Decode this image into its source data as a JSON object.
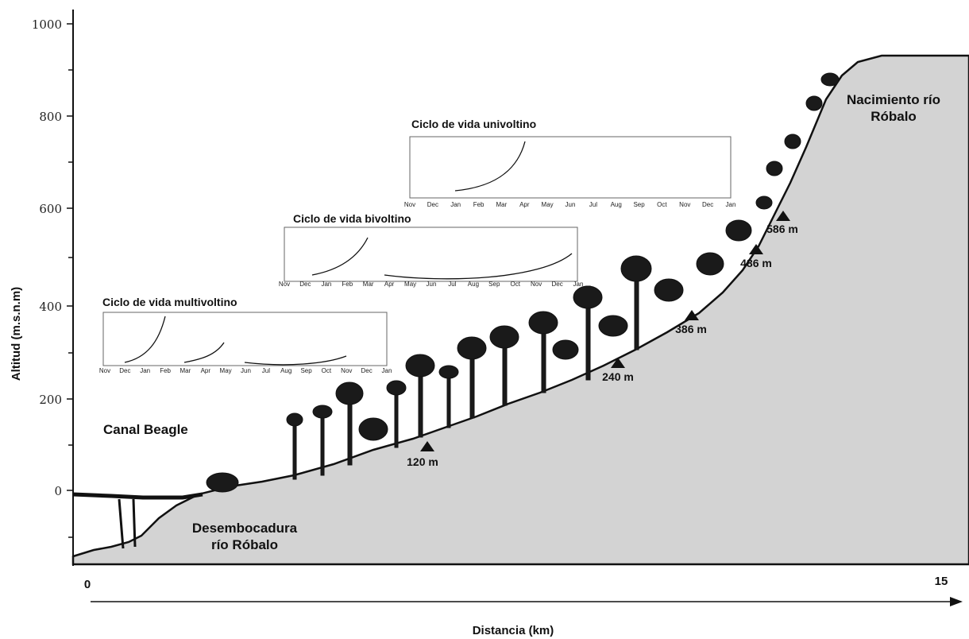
{
  "axes": {
    "y_label": "Altitud (m.s.n.m)",
    "y_ticks": [
      "1000",
      "800",
      "600",
      "400",
      "200",
      "0"
    ],
    "x_label": "Distancia (km)",
    "x_start": "0",
    "x_end": "15"
  },
  "places": {
    "canal": "Canal Beagle",
    "mouth_line1": "Desembocadura",
    "mouth_line2": "río Róbalo",
    "source_line1": "Nacimiento río",
    "source_line2": "Róbalo"
  },
  "stations": [
    "120 m",
    "240 m",
    "386 m",
    "486 m",
    "586 m"
  ],
  "insets": {
    "multivoltino": {
      "title": "Ciclo de vida multivoltino",
      "months": [
        "Nov",
        "Dec",
        "Jan",
        "Feb",
        "Mar",
        "Apr",
        "May",
        "Jun",
        "Jul",
        "Aug",
        "Sep",
        "Oct",
        "Nov",
        "Dec",
        "Jan"
      ]
    },
    "bivoltino": {
      "title": "Ciclo de vida bivoltino",
      "months": [
        "Nov",
        "Dec",
        "Jan",
        "Feb",
        "Mar",
        "Apr",
        "May",
        "Jun",
        "Jul",
        "Aug",
        "Sep",
        "Oct",
        "Nov",
        "Dec",
        "Jan"
      ]
    },
    "univoltino": {
      "title": "Ciclo de vida univoltino",
      "months": [
        "Nov",
        "Dec",
        "Jan",
        "Feb",
        "Mar",
        "Apr",
        "May",
        "Jun",
        "Jul",
        "Aug",
        "Sep",
        "Oct",
        "Nov",
        "Dec",
        "Jan"
      ]
    }
  },
  "colors": {
    "terrain": "#d3d3d3",
    "ink": "#111111"
  }
}
